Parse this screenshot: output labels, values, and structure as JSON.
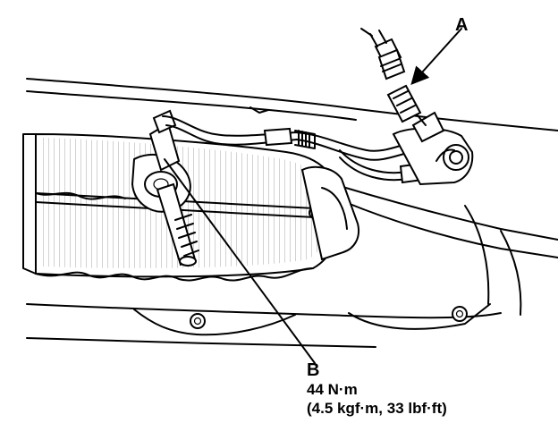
{
  "callouts": {
    "a": {
      "label": "A"
    },
    "b": {
      "label": "B",
      "torque_metric": "44 N·m",
      "torque_alt": "(4.5 kgf·m, 33 lbf·ft)"
    }
  },
  "colors": {
    "ink": "#000000",
    "paper": "#ffffff"
  }
}
